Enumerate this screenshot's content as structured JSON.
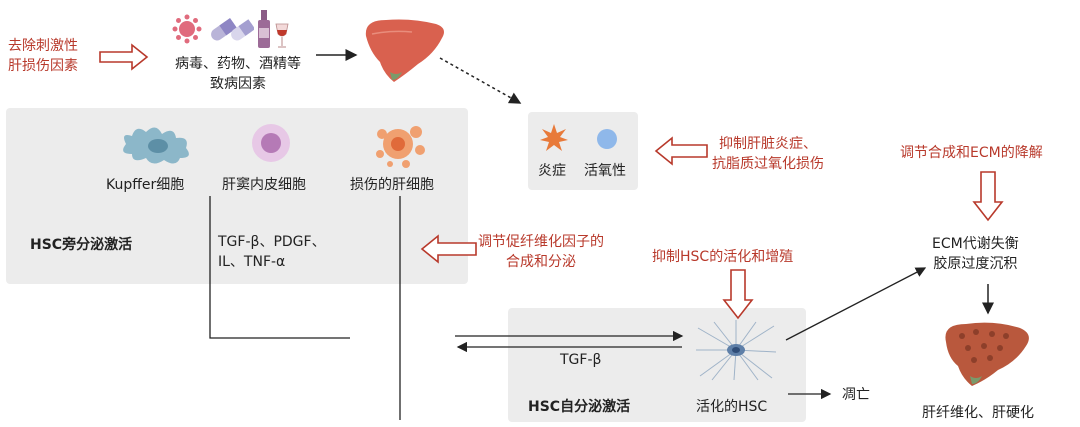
{
  "labels": {
    "remove_factors_l1": "去除刺激性",
    "remove_factors_l2": "肝损伤因素",
    "causes_l1": "病毒、药物、酒精等",
    "causes_l2": "致病因素",
    "inflammation": "炎症",
    "reactive_oxygen": "活氧性",
    "inhibit_inflam_l1": "抑制肝脏炎症、",
    "inhibit_inflam_l2": "抗脂质过氧化损伤",
    "kupffer": "Kupffer细胞",
    "sinusoid": "肝窦内皮细胞",
    "damaged_hepatocyte": "损伤的肝细胞",
    "paracrine": "HSC旁分泌激活",
    "cytokines_l1": "TGF-β、PDGF、",
    "cytokines_l2": "IL、TNF-α",
    "regulate_factors_l1": "调节促纤维化因子的",
    "regulate_factors_l2": "合成和分泌",
    "inhibit_hsc": "抑制HSC的活化和增殖",
    "regulate_ecm": "调节合成和ECM的降解",
    "ecm_l1": "ECM代谢失衡",
    "ecm_l2": "胶原过度沉积",
    "tgf_beta": "TGF-β",
    "autocrine": "HSC自分泌激活",
    "activated_hsc": "活化的HSC",
    "apoptosis": "凋亡",
    "fibrosis": "肝纤维化、肝硬化"
  },
  "colors": {
    "red_text": "#b8392b",
    "panel": "#ececec",
    "liver": "#d9614f",
    "arrow": "#222222"
  }
}
